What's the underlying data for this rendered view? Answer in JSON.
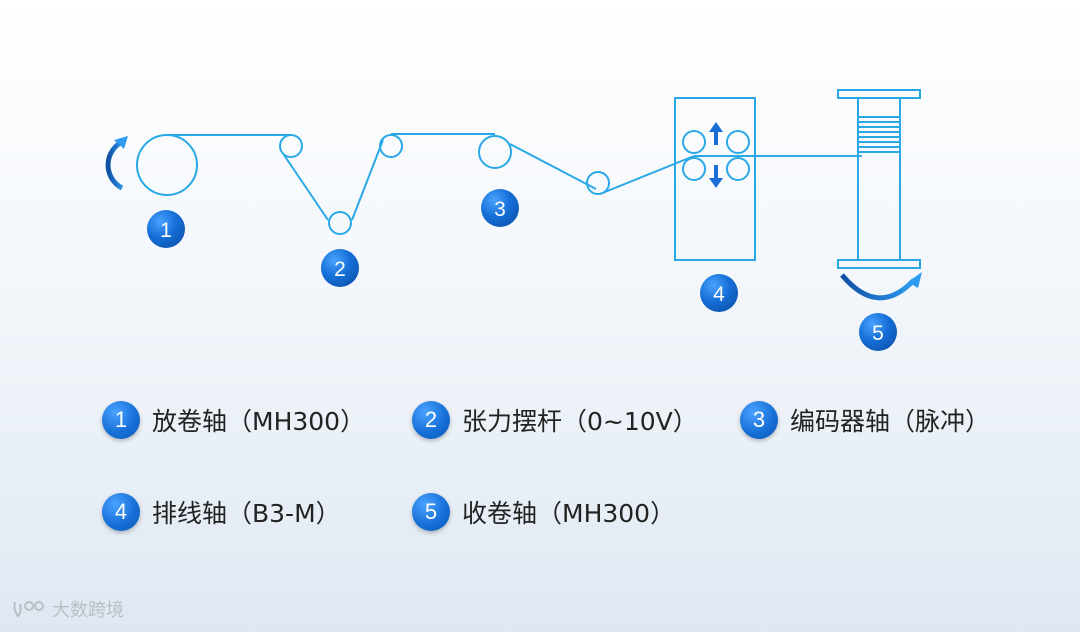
{
  "diagram": {
    "line_color": "#2aa8e6",
    "accent_color": "#1a6fd6",
    "badges": [
      "1",
      "2",
      "3",
      "4",
      "5"
    ]
  },
  "legend": [
    {
      "number": "1",
      "label": "放卷轴（MH300）"
    },
    {
      "number": "2",
      "label": "张力摆杆（0~10V）"
    },
    {
      "number": "3",
      "label": "编码器轴（脉冲）"
    },
    {
      "number": "4",
      "label": "排线轴（B3-M）"
    },
    {
      "number": "5",
      "label": "收卷轴（MH300）"
    }
  ],
  "watermark": {
    "text": "大数跨境",
    "icon": "brand-logo-icon"
  }
}
